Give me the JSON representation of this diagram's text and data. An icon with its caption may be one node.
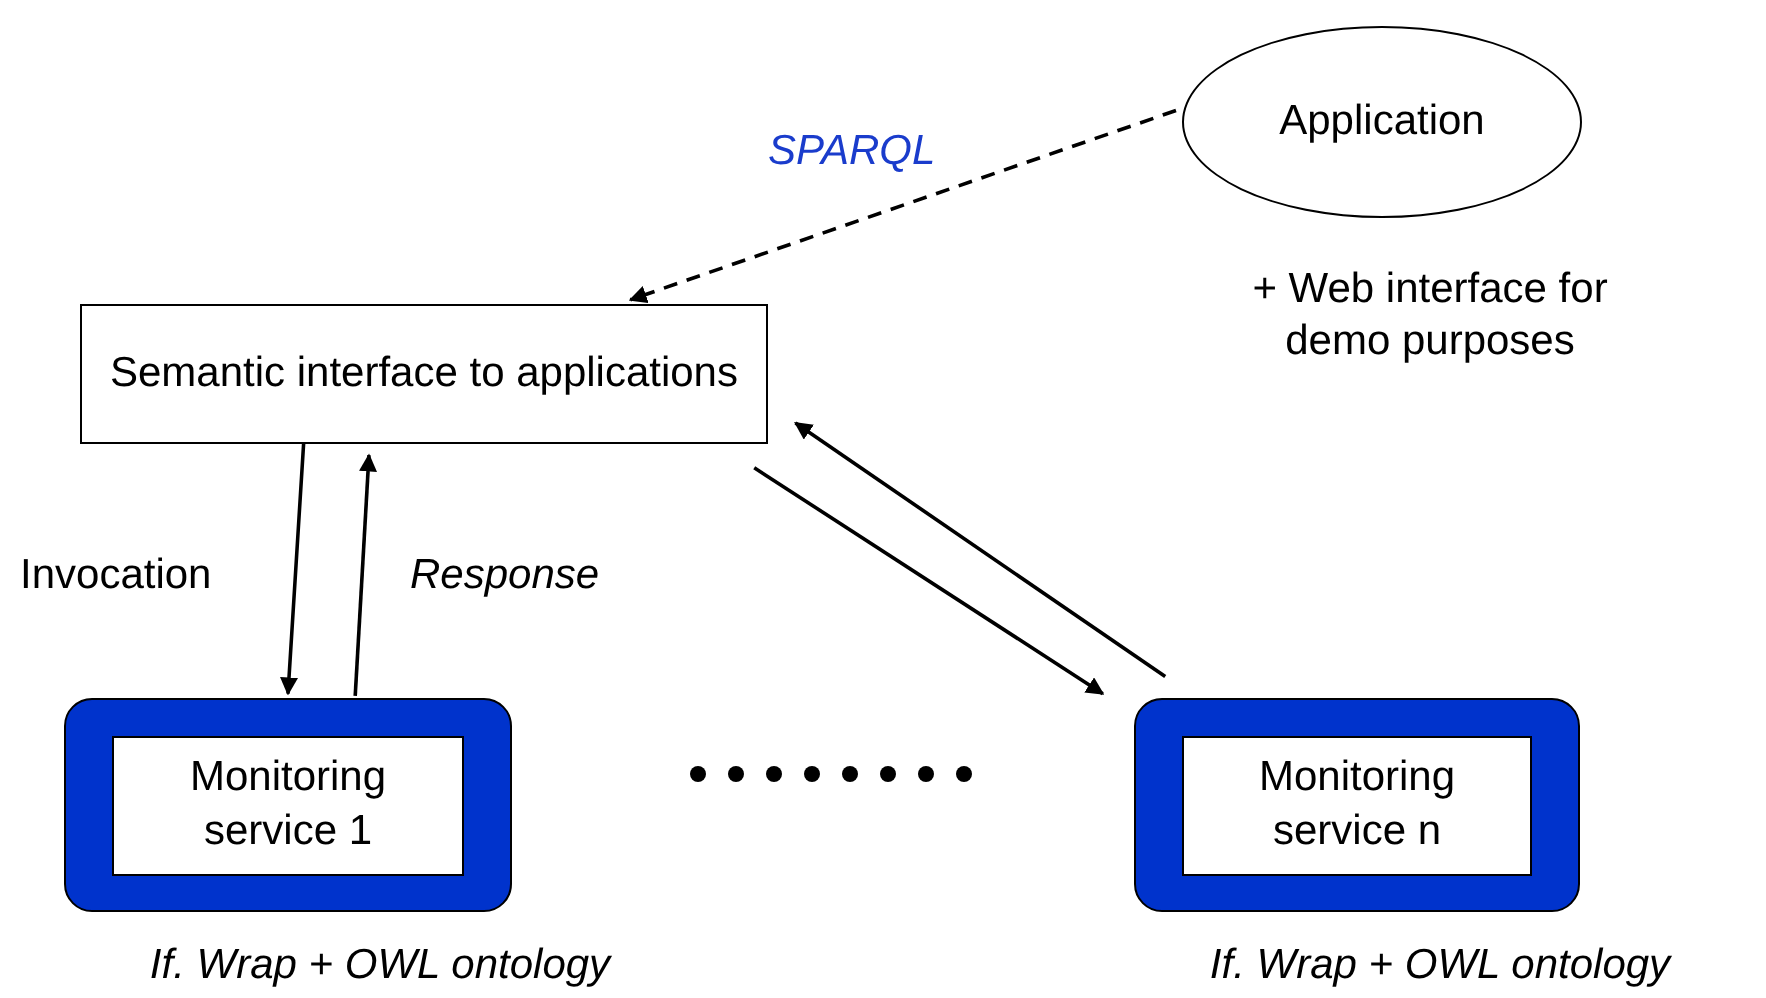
{
  "diagram": {
    "nodes": [
      {
        "text": [
          "Application"
        ],
        "beside": [
          "+ Web interface for demo purposes"
        ]
      },
      {
        "text": [
          "Semantic interface to applications"
        ]
      },
      {
        "text": [
          "Monitoring service 1"
        ],
        "beside": [
          "If. Wrap + OWL ontology"
        ]
      },
      {
        "text": [
          "Monitoring service n"
        ],
        "beside": [
          "If. Wrap + OWL ontology"
        ]
      }
    ],
    "edges": [
      {
        "from": 0,
        "to": 1,
        "arrow": "to",
        "style": "dashed",
        "label": "SPARQL"
      },
      {
        "from": 1,
        "to": 2,
        "arrow": "to",
        "label": "Invocation"
      },
      {
        "from": 2,
        "to": 1,
        "arrow": "to",
        "label": "Response"
      },
      {
        "from": 1,
        "to": 3,
        "arrow": "to"
      },
      {
        "from": 3,
        "to": 1,
        "arrow": "to"
      }
    ]
  }
}
